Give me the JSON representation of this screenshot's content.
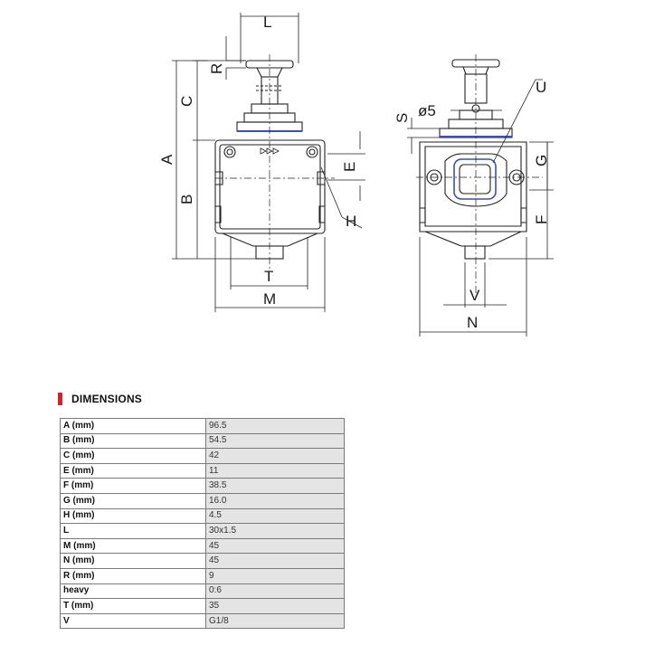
{
  "drawing": {
    "labels": {
      "L": "L",
      "R": "R",
      "C": "C",
      "A": "A",
      "B": "B",
      "T": "T",
      "M": "M",
      "E": "E",
      "H": "H",
      "S": "S",
      "diam5": "ø5",
      "U": "U",
      "G": "G",
      "F": "F",
      "V": "V",
      "N": "N"
    }
  },
  "section": {
    "title": "DIMENSIONS"
  },
  "dimensions": [
    {
      "key": "A (mm)",
      "value": "96.5"
    },
    {
      "key": "B (mm)",
      "value": "54.5"
    },
    {
      "key": "C (mm)",
      "value": "42"
    },
    {
      "key": "E (mm)",
      "value": "11"
    },
    {
      "key": "F (mm)",
      "value": "38.5"
    },
    {
      "key": "G (mm)",
      "value": "16.0"
    },
    {
      "key": "H (mm)",
      "value": "4.5"
    },
    {
      "key": "L",
      "value": "30x1.5"
    },
    {
      "key": "M (mm)",
      "value": "45"
    },
    {
      "key": "N (mm)",
      "value": "45"
    },
    {
      "key": "R (mm)",
      "value": "9"
    },
    {
      "key": "heavy",
      "value": "0:6"
    },
    {
      "key": "T (mm)",
      "value": "35"
    },
    {
      "key": "V",
      "value": "G1/8"
    }
  ],
  "colors": {
    "accent": "#d6202a",
    "line": "#222222",
    "seal": "#3d4fb5"
  }
}
